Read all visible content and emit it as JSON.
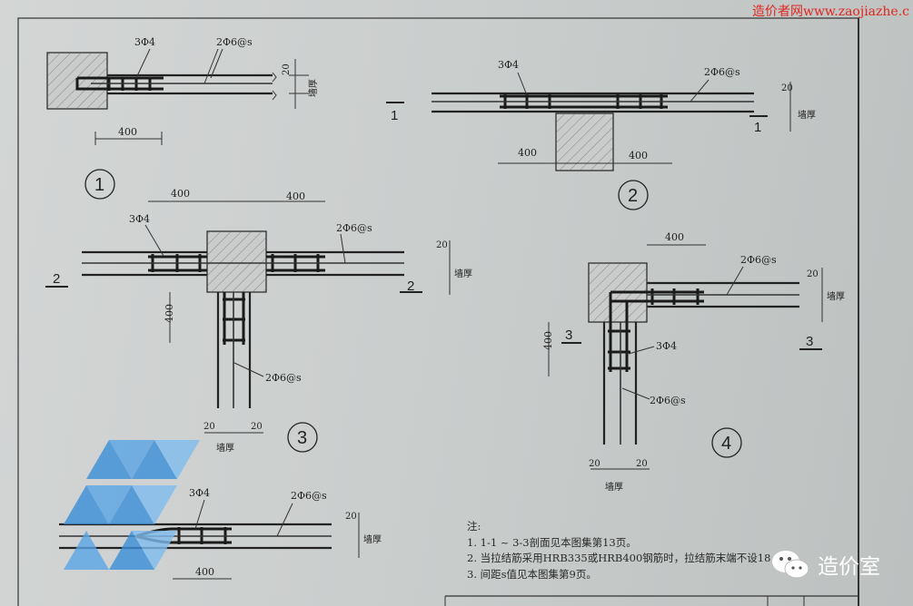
{
  "watermark": "造价者网www.zaojiazhe.c",
  "labels": {
    "ties": "3Φ4",
    "rebar": "2Φ6@s",
    "len400": "400",
    "cover20": "20",
    "wall_thickness": "墙厚"
  },
  "sections": {
    "s1": "1",
    "s2": "2",
    "s3": "3"
  },
  "details": [
    "1",
    "2",
    "3",
    "4"
  ],
  "notes": {
    "title": "注:",
    "items": [
      "1.  1-1 ~ 3-3剖面见本图集第13页。",
      "2.  当拉结筋采用HRB335或HRB400钢筋时，拉结筋末端不设18",
      "3.  间距s值见本图集第9页。"
    ]
  },
  "brand": {
    "name": "造价室",
    "icon": "wechat-icon"
  },
  "colors": {
    "paper": "#c9cdcc",
    "ink": "#222222",
    "watermark": "#e0261f",
    "logo": "#3b8fd9"
  }
}
